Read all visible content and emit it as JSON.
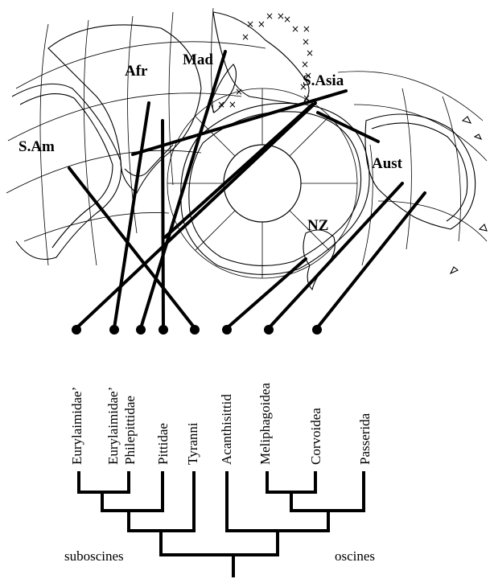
{
  "regions": {
    "africa": "Afr",
    "madagascar": "Mad",
    "south_asia": "S.Asia",
    "south_america": "S.Am",
    "australia": "Aust",
    "new_zealand": "NZ"
  },
  "taxa": [
    "Eurylaimidae’",
    "Eurylaimidae’",
    "Philepittidae",
    "Pittidae",
    "Tyranni",
    "Acanthisittid",
    "Meliphagoidea",
    "Corvoidea",
    "Passerida"
  ],
  "groups": {
    "left": "suboscines",
    "right": "oscines"
  }
}
